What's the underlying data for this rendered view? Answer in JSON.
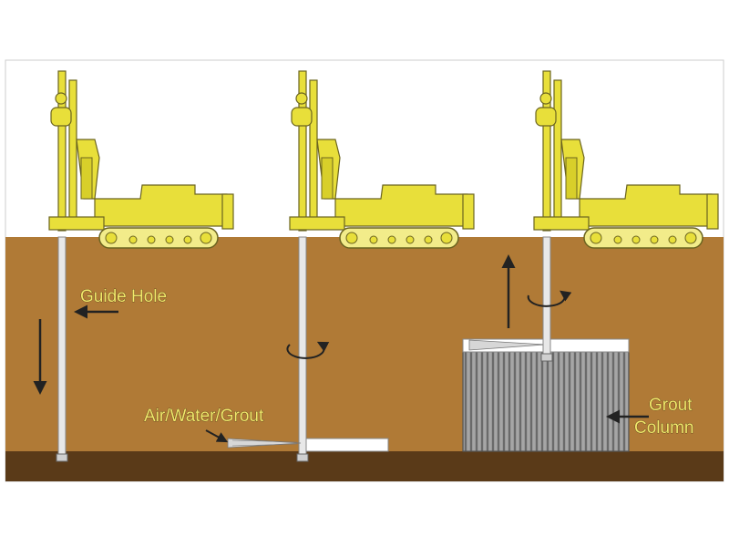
{
  "labels": {
    "guide_hole": "Guide Hole",
    "air_water_grout": "Air/Water/Grout",
    "grout_column_line1": "Grout",
    "grout_column_line2": "Column"
  },
  "colors": {
    "soil": "#b07a36",
    "bedrock": "#5a3a18",
    "rig": "#e8df3a",
    "rig_outline": "#6b6420",
    "rod": "#e8e8e8",
    "grout": "#8c8c8c",
    "label": "#f2e86a",
    "arrow": "#222222"
  },
  "stages": [
    {
      "name": "guide-hole-stage",
      "direction": "down"
    },
    {
      "name": "jetting-stage",
      "direction": "rotate"
    },
    {
      "name": "grout-column-stage",
      "direction": "up"
    }
  ]
}
